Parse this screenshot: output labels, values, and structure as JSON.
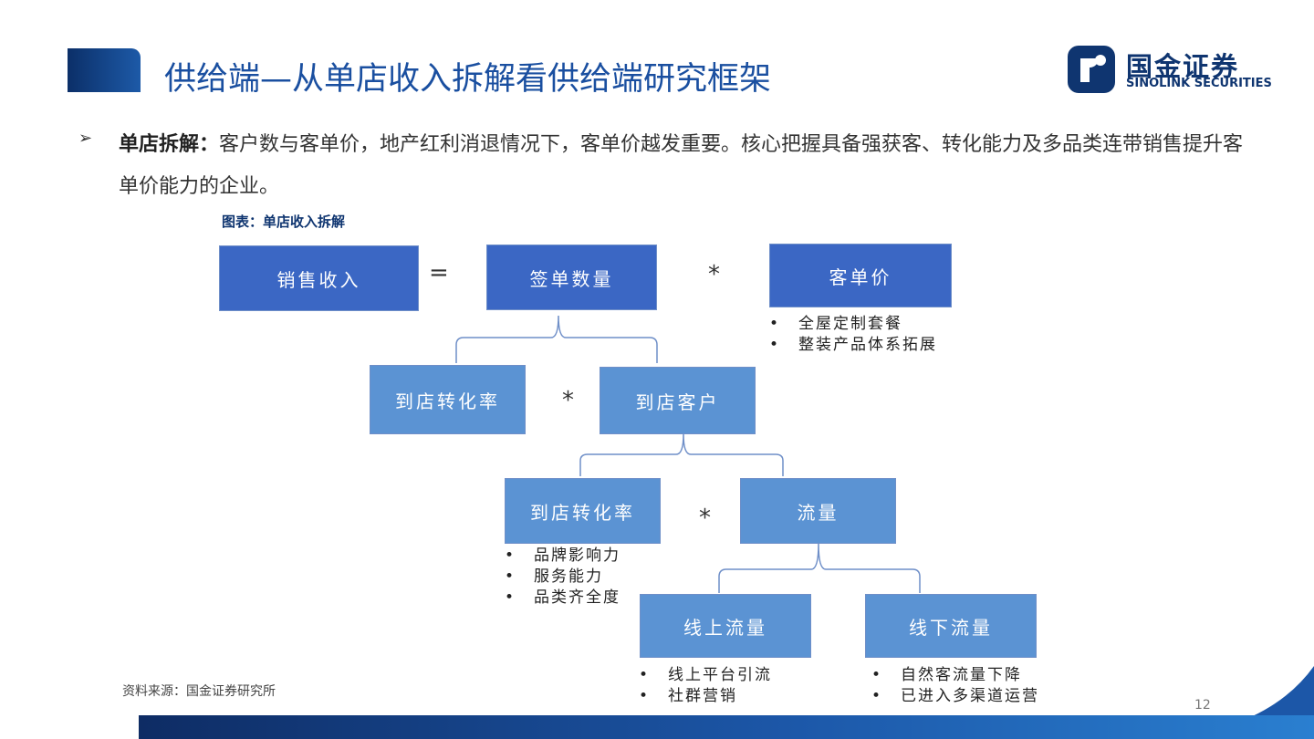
{
  "header": {
    "title": "供给端—从单店收入拆解看供给端研究框架",
    "logo_cn": "国金证券",
    "logo_en": "SINOLINK SECURITIES"
  },
  "intro": {
    "bullet_icon": "arrow-right-bullet",
    "lead": "单店拆解：",
    "text": "客户数与客单价，地产红利消退情况下，客单价越发重要。核心把握具备强获客、转化能力及多品类连带销售提升客单价能力的企业。"
  },
  "figure": {
    "caption": "图表：单店收入拆解",
    "nodes": {
      "sales_revenue": "销售收入",
      "signed_orders": "签单数量",
      "unit_price": "客单价",
      "store_conversion_1": "到店转化率",
      "store_customers": "到店客户",
      "store_conversion_2": "到店转化率",
      "traffic": "流量",
      "online_traffic": "线上流量",
      "offline_traffic": "线下流量"
    },
    "operators": {
      "equals": "=",
      "times_1": "*",
      "times_2": "*",
      "times_3": "*"
    },
    "notes": {
      "unit_price": [
        "全屋定制套餐",
        "整装产品体系拓展"
      ],
      "conversion": [
        "品牌影响力",
        "服务能力",
        "品类齐全度"
      ],
      "online": [
        "线上平台引流",
        "社群营销"
      ],
      "offline": [
        "自然客流量下降",
        "已进入多渠道运营"
      ]
    }
  },
  "footer": {
    "source": "资料来源：国金证券研究所",
    "page": "12"
  },
  "colors": {
    "title_blue": "#1a4fa0",
    "dark_box": "#3b67c4",
    "light_box": "#5b93d3",
    "navy": "#0f3570"
  }
}
